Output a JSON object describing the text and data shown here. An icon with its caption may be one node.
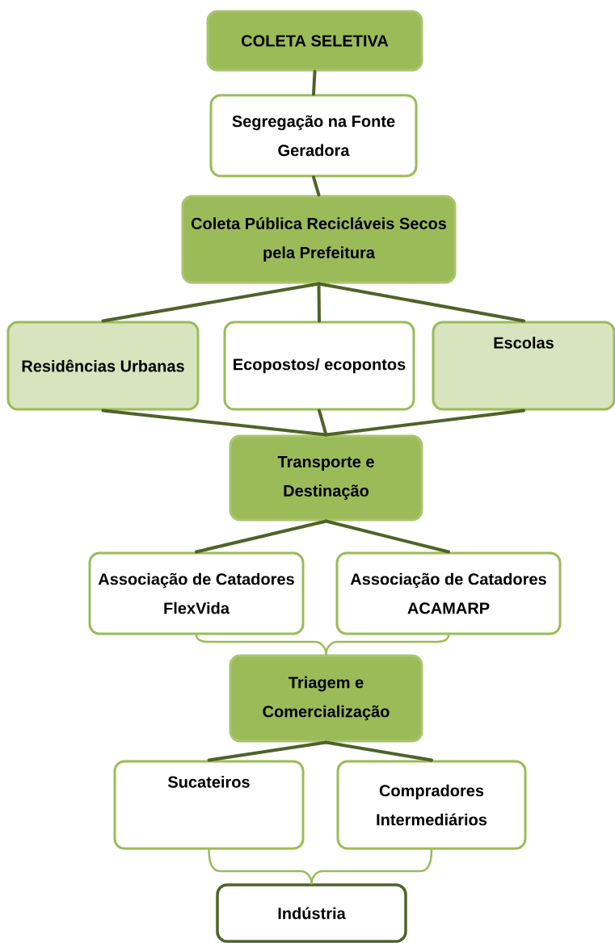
{
  "diagram": {
    "nodes": [
      {
        "text": [
          "COLETA SELETIVA"
        ]
      },
      {
        "text": [
          "Segregação na Fonte Geradora"
        ]
      },
      {
        "text": [
          "Coleta Pública Recicláveis Secos pela Prefeitura"
        ]
      },
      {
        "text": [
          "Residências Urbanas"
        ]
      },
      {
        "text": [
          "Ecopostos/ ecopontos"
        ]
      },
      {
        "text": [
          "Escolas"
        ]
      },
      {
        "text": [
          "Transporte e Destinação"
        ]
      },
      {
        "text": [
          "Associação de Catadores FlexVida"
        ]
      },
      {
        "text": [
          "Associação de Catadores ACAMARP"
        ]
      },
      {
        "text": [
          "Triagem e Comercialização"
        ]
      },
      {
        "text": [
          "Sucateiros"
        ]
      },
      {
        "text": [
          "Compradores Intermediários"
        ]
      },
      {
        "text": [
          "Indústria"
        ]
      }
    ],
    "edges": [
      {
        "from": 0,
        "to": 1,
        "arrow": "none"
      },
      {
        "from": 1,
        "to": 2,
        "arrow": "none"
      },
      {
        "from": 2,
        "to": 3,
        "arrow": "none"
      },
      {
        "from": 2,
        "to": 4,
        "arrow": "none"
      },
      {
        "from": 2,
        "to": 5,
        "arrow": "none"
      },
      {
        "from": 3,
        "to": 6,
        "arrow": "none"
      },
      {
        "from": 4,
        "to": 6,
        "arrow": "none"
      },
      {
        "from": 5,
        "to": 6,
        "arrow": "none"
      },
      {
        "from": 6,
        "to": 7,
        "arrow": "none"
      },
      {
        "from": 6,
        "to": 8,
        "arrow": "none"
      },
      {
        "from": 7,
        "to": 9,
        "arrow": "none",
        "color": "#9bbb59"
      },
      {
        "from": 8,
        "to": 9,
        "arrow": "none",
        "color": "#9bbb59"
      },
      {
        "from": 9,
        "to": 10,
        "arrow": "none"
      },
      {
        "from": 9,
        "to": 11,
        "arrow": "none"
      },
      {
        "from": 10,
        "to": 12,
        "arrow": "none",
        "color": "#9bbb59"
      },
      {
        "from": 11,
        "to": 12,
        "arrow": "none",
        "color": "#9bbb59"
      }
    ]
  }
}
